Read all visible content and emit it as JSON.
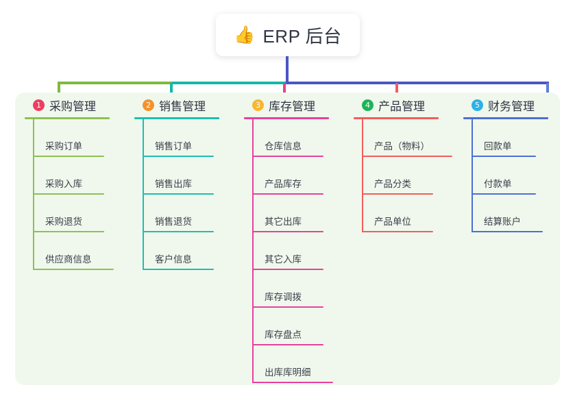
{
  "root": {
    "icon": "thumbs-up-icon",
    "emoji": "👍",
    "title": "ERP 后台"
  },
  "panel": {
    "background": "#f0f8ed"
  },
  "connector": {
    "segments": [
      {
        "name": "trunk-vertical",
        "color": "#4a56c4"
      },
      {
        "name": "bus-left-green",
        "color": "#7dba3f"
      },
      {
        "name": "bus-mid-teal",
        "color": "#14b8a6"
      },
      {
        "name": "bus-right-blue",
        "color": "#4a56c4"
      }
    ]
  },
  "columns": [
    {
      "index": "1",
      "title": "采购管理",
      "color": "#8cc152",
      "badge_color": "#ed3f63",
      "drop_color": "#7dba3f",
      "items": [
        {
          "label": "采购订单",
          "width": 86
        },
        {
          "label": "采购入库",
          "width": 86
        },
        {
          "label": "采购退货",
          "width": 86
        },
        {
          "label": "供应商信息",
          "width": 100
        }
      ]
    },
    {
      "index": "2",
      "title": "销售管理",
      "color": "#1bbfb0",
      "badge_color": "#f2922e",
      "drop_color": "#14b8a6",
      "items": [
        {
          "label": "销售订单",
          "width": 86
        },
        {
          "label": "销售出库",
          "width": 86
        },
        {
          "label": "销售退货",
          "width": 86
        },
        {
          "label": "客户信息",
          "width": 86
        }
      ]
    },
    {
      "index": "3",
      "title": "库存管理",
      "color": "#e8409a",
      "badge_color": "#f7b731",
      "drop_color": "#ec3f8e",
      "items": [
        {
          "label": "仓库信息",
          "width": 86
        },
        {
          "label": "产品库存",
          "width": 86
        },
        {
          "label": "其它出库",
          "width": 86
        },
        {
          "label": "其它入库",
          "width": 86
        },
        {
          "label": "库存调拨",
          "width": 86
        },
        {
          "label": "库存盘点",
          "width": 86
        },
        {
          "label": "出库库明细",
          "width": 100
        }
      ]
    },
    {
      "index": "4",
      "title": "产品管理",
      "color": "#f45b5b",
      "badge_color": "#20b35b",
      "drop_color": "#f45b5b",
      "items": [
        {
          "label": "产品（物料）",
          "width": 114
        },
        {
          "label": "产品分类",
          "width": 86
        },
        {
          "label": "产品单位",
          "width": 86
        }
      ]
    },
    {
      "index": "5",
      "title": "财务管理",
      "color": "#4a6fd4",
      "badge_color": "#2bb3e8",
      "drop_color": "#5b7fd6",
      "items": [
        {
          "label": "回款单",
          "width": 76
        },
        {
          "label": "付款单",
          "width": 76
        },
        {
          "label": "结算账户",
          "width": 86
        }
      ]
    }
  ]
}
